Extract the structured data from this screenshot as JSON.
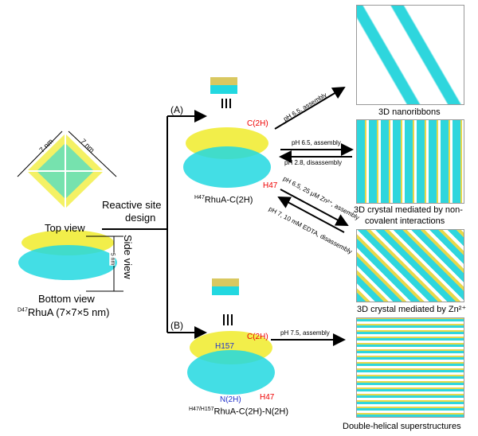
{
  "left": {
    "dim_a": "7 nm",
    "dim_b": "7 nm",
    "top_view": "Top view",
    "side_view": "Side view",
    "side_dim": "5 nm",
    "bottom_view": "Bottom view",
    "protein_sup": "D47",
    "protein_name": "RhuA (7×7×5 nm)",
    "design_label_1": "Reactive site",
    "design_label_2": "design"
  },
  "route_a": {
    "label": "(A)",
    "site_c": "C(2H)",
    "site_h": "H47",
    "name_sup": "H47",
    "name": "RhuA-C(2H)",
    "arrow_1": "pH 6.5, assembly",
    "arrow_2_fwd": "pH 6.5, assembly",
    "arrow_2_rev": "pH 2.8, disassembly",
    "arrow_3_fwd": "pH 6.5, 25 μM Zn²⁺, assembly",
    "arrow_3_rev": "pH 7, 10 mM EDTA, disassembly"
  },
  "route_b": {
    "label": "(B)",
    "site_c": "C(2H)",
    "site_h157": "H157",
    "site_n": "N(2H)",
    "site_h": "H47",
    "name_sup": "H47/H157",
    "name": "RhuA-C(2H)-N(2H)",
    "arrow": "pH 7.5, assembly"
  },
  "products": [
    {
      "label": "3D nanoribbons"
    },
    {
      "label": "3D crystal mediated by non-",
      "label2": "covalent interactions"
    },
    {
      "label": "3D crystal mediated by Zn²⁺"
    },
    {
      "label": "Double-helical superstructures"
    }
  ],
  "colors": {
    "yellow": "#f2ee4a",
    "cyan": "#22d8e0",
    "red": "#e00000",
    "blue": "#2233cc"
  }
}
